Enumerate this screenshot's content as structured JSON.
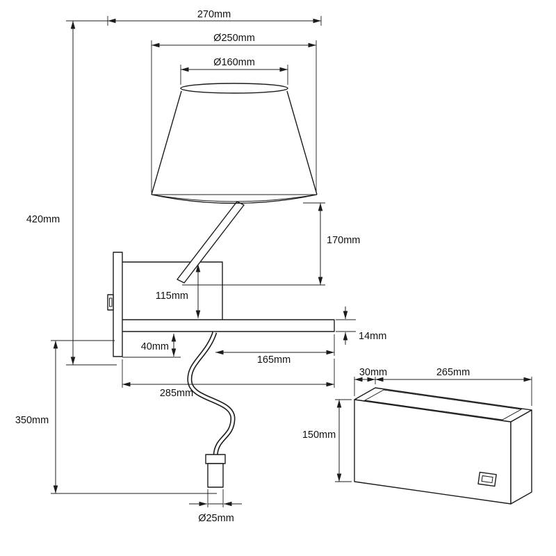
{
  "colors": {
    "background": "#ffffff",
    "line": "#1c1c1c",
    "text": "#111111"
  },
  "main_view": {
    "dim_overall_width": "270mm",
    "dim_shade_diameter_bottom": "Ø250mm",
    "dim_shade_diameter_top": "Ø160mm",
    "dim_overall_height": "420mm",
    "dim_shade_bottom_to_mount": "170mm",
    "dim_body_height": "115mm",
    "dim_shelf_thickness": "14mm",
    "dim_plate_below_shelf": "40mm",
    "dim_shelf_clear_depth": "165mm",
    "dim_shelf_total_depth": "285mm",
    "dim_reading_arm_drop": "350mm",
    "dim_spot_diameter": "Ø25mm"
  },
  "side_view": {
    "dim_depth": "30mm",
    "dim_width": "265mm",
    "dim_height": "150mm"
  }
}
